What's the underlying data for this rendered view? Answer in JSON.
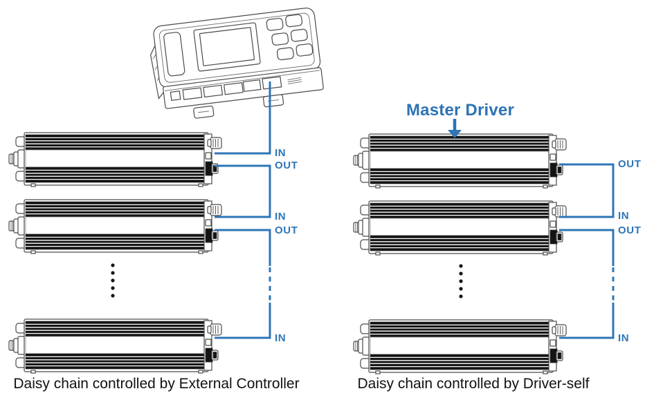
{
  "colors": {
    "wire": "#2e75b6",
    "master_text": "#2d73b5",
    "caption_text": "#111111",
    "device_ink": "#4a4a4a",
    "rib_fill": "#141414"
  },
  "icons": {
    "master_arrow": "arrow-down",
    "more_drivers": "vertical-ellipsis"
  },
  "left_diagram": {
    "caption": "Daisy chain controlled by External Controller",
    "drivers_shown": 3,
    "has_ellipsis": true,
    "port_labels": [
      "IN",
      "OUT",
      "IN",
      "OUT",
      "IN"
    ]
  },
  "right_diagram": {
    "caption": "Daisy chain controlled by Driver-self",
    "master_label": "Master Driver",
    "drivers_shown": 3,
    "has_ellipsis": true,
    "port_labels": [
      "OUT",
      "IN",
      "OUT",
      "IN"
    ]
  }
}
